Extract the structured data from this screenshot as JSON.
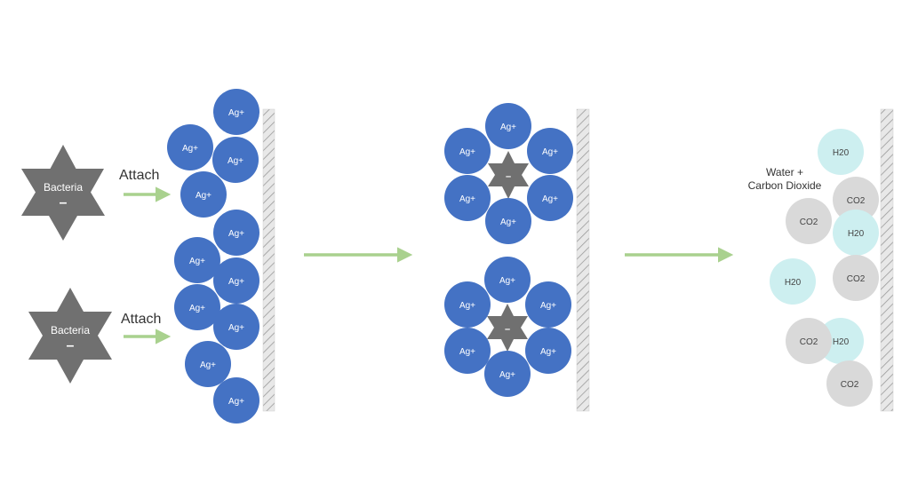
{
  "colors": {
    "silver_ion": "#4472c4",
    "bacteria": "#707070",
    "arrow": "#a9d18e",
    "wall_fill": "#e8e8e8",
    "wall_hatch": "#9a9a9a",
    "water": "#cdeff0",
    "co2": "#d9d9d9"
  },
  "stage1": {
    "bacteria_label": "Bacteria",
    "charge_symbol": "–",
    "attach_label": "Attach",
    "ion_label": "Ag+"
  },
  "stage2": {
    "ion_label": "Ag+",
    "charge_symbol": "–"
  },
  "stage3": {
    "caption_line1": "Water +",
    "caption_line2": "Carbon Dioxide",
    "water_label": "H20",
    "co2_label": "CO2"
  }
}
